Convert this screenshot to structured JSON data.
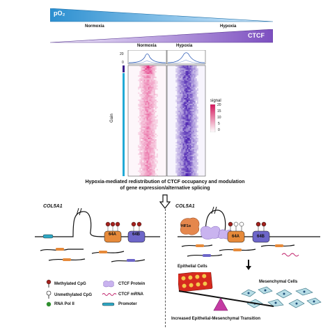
{
  "header": {
    "po2_label": "pO₂",
    "normoxia_label": "Normoxia",
    "hypoxia_label": "Hypoxia",
    "ctcf_label": "CTCF",
    "colors": {
      "po2_blue": "#3d9fd8",
      "ctcf_purple": "#8b5fc7"
    }
  },
  "heatmap": {
    "col_left_label": "Normoxia",
    "col_right_label": "Hypoxia",
    "row_label": "Gain",
    "legend_title": "signal",
    "legend_ticks": [
      "20",
      "15",
      "10",
      "5",
      "0"
    ],
    "profile_axis_ticks": [
      "20",
      "0"
    ],
    "colors": {
      "normoxia": "#e0287a",
      "hypoxia": "#4b22b0",
      "gain_bar": "#21a9d6",
      "top_bar": "#3a1a8a"
    }
  },
  "caption": {
    "line1": "Hypoxia-mediated redistribution of CTCF occupancy and modulation",
    "line2": "of gene expression/alternative splicing"
  },
  "left_panel": {
    "gene_label": "COL5A1",
    "exon_a": "64A",
    "exon_b": "64B"
  },
  "right_panel": {
    "gene_label": "COL5A1",
    "exon_a": "64A",
    "exon_b": "64B",
    "hif_label": "HIF1α",
    "epithelial_label": "Epithelial Cells",
    "mesenchymal_label": "Mesenchymal Cells",
    "emt_label": "Increased Epithelial-Mesenchymal Transition"
  },
  "legend": {
    "methylated": "Methylated CpG",
    "unmethylated": "Unmethylated CpG",
    "rnapol": "RNA Pol II",
    "ctcf_protein": "CTCF Protein",
    "ctcf_mrna": "CTCF mRNA",
    "promoter": "Promoter"
  }
}
